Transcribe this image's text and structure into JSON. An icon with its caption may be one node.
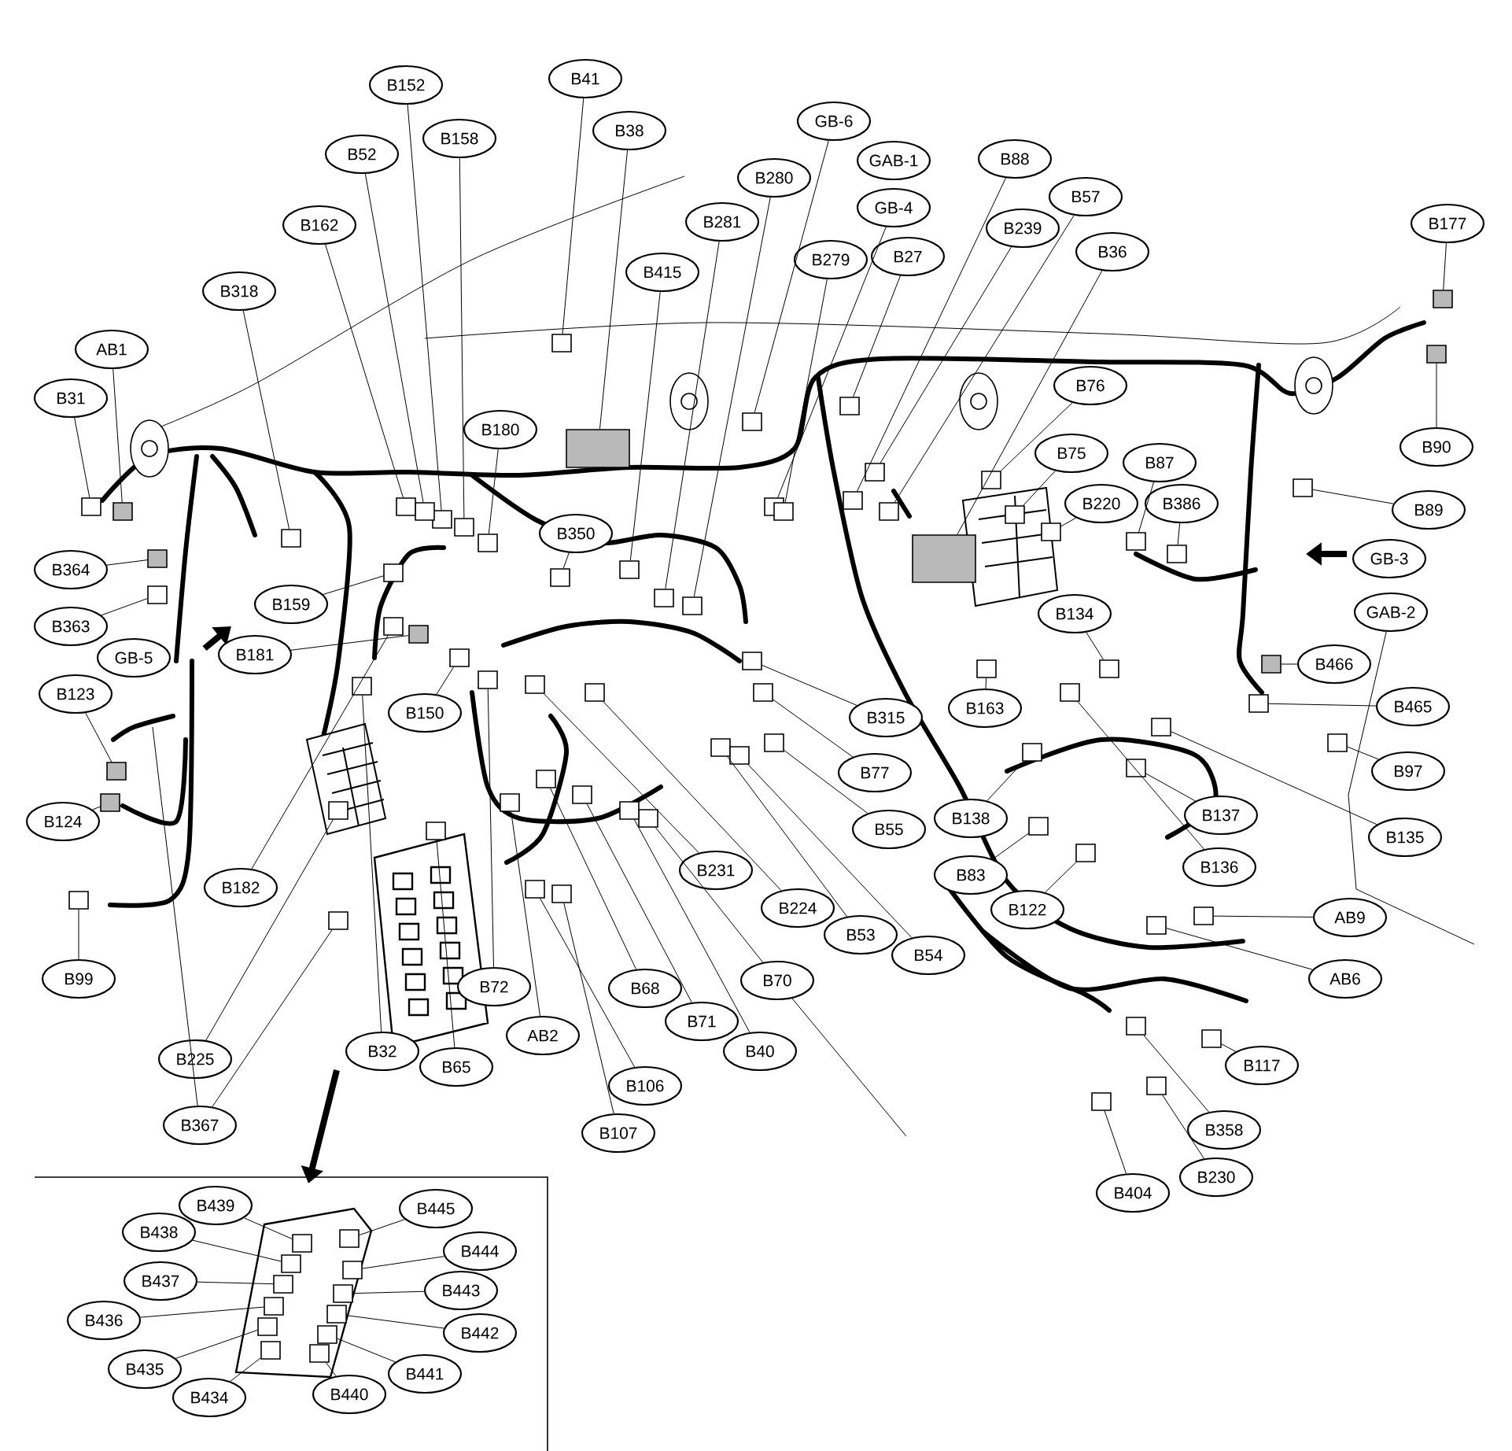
{
  "diagram": {
    "nodes": [
      {
        "text": [
          "B152"
        ]
      },
      {
        "text": [
          "B41"
        ]
      },
      {
        "text": [
          "B158"
        ]
      },
      {
        "text": [
          "B38"
        ]
      },
      {
        "text": [
          "B52"
        ]
      },
      {
        "text": [
          "B280"
        ]
      },
      {
        "text": [
          "GB-6"
        ]
      },
      {
        "text": [
          "GAB-1"
        ]
      },
      {
        "text": [
          "B88"
        ]
      },
      {
        "text": [
          "GB-4"
        ]
      },
      {
        "text": [
          "B57"
        ]
      },
      {
        "text": [
          "B162"
        ]
      },
      {
        "text": [
          "B281"
        ]
      },
      {
        "text": [
          "B239"
        ]
      },
      {
        "text": [
          "B177"
        ]
      },
      {
        "text": [
          "B36"
        ]
      },
      {
        "text": [
          "B279"
        ]
      },
      {
        "text": [
          "B27"
        ]
      },
      {
        "text": [
          "B415"
        ]
      },
      {
        "text": [
          "B318"
        ]
      },
      {
        "text": [
          "AB1"
        ]
      },
      {
        "text": [
          "B76"
        ]
      },
      {
        "text": [
          "B31"
        ]
      },
      {
        "text": [
          "B180"
        ]
      },
      {
        "text": [
          "B90"
        ]
      },
      {
        "text": [
          "B75"
        ]
      },
      {
        "text": [
          "B87"
        ]
      },
      {
        "text": [
          "B220"
        ]
      },
      {
        "text": [
          "B386"
        ]
      },
      {
        "text": [
          "B89"
        ]
      },
      {
        "text": [
          "B350"
        ]
      },
      {
        "text": [
          "GB-3"
        ]
      },
      {
        "text": [
          "B364"
        ]
      },
      {
        "text": [
          "GAB-2"
        ]
      },
      {
        "text": [
          "B159"
        ]
      },
      {
        "text": [
          "B134"
        ]
      },
      {
        "text": [
          "B363"
        ]
      },
      {
        "text": [
          "B181"
        ]
      },
      {
        "text": [
          "GB-5"
        ]
      },
      {
        "text": [
          "B466"
        ]
      },
      {
        "text": [
          "B123"
        ]
      },
      {
        "text": [
          "B163"
        ]
      },
      {
        "text": [
          "B465"
        ]
      },
      {
        "text": [
          "B150"
        ]
      },
      {
        "text": [
          "B315"
        ]
      },
      {
        "text": [
          "B77"
        ]
      },
      {
        "text": [
          "B97"
        ]
      },
      {
        "text": [
          "B138"
        ]
      },
      {
        "text": [
          "B137"
        ]
      },
      {
        "text": [
          "B124"
        ]
      },
      {
        "text": [
          "B55"
        ]
      },
      {
        "text": [
          "B135"
        ]
      },
      {
        "text": [
          "B136"
        ]
      },
      {
        "text": [
          "B231"
        ]
      },
      {
        "text": [
          "B83"
        ]
      },
      {
        "text": [
          "B182"
        ]
      },
      {
        "text": [
          "B224"
        ]
      },
      {
        "text": [
          "B122"
        ]
      },
      {
        "text": [
          "AB9"
        ]
      },
      {
        "text": [
          "B53"
        ]
      },
      {
        "text": [
          "B54"
        ]
      },
      {
        "text": [
          "AB6"
        ]
      },
      {
        "text": [
          "B99"
        ]
      },
      {
        "text": [
          "B70"
        ]
      },
      {
        "text": [
          "B72"
        ]
      },
      {
        "text": [
          "B68"
        ]
      },
      {
        "text": [
          "B71"
        ]
      },
      {
        "text": [
          "AB2"
        ]
      },
      {
        "text": [
          "B40"
        ]
      },
      {
        "text": [
          "B225"
        ]
      },
      {
        "text": [
          "B117"
        ]
      },
      {
        "text": [
          "B32"
        ]
      },
      {
        "text": [
          "B65"
        ]
      },
      {
        "text": [
          "B106"
        ]
      },
      {
        "text": [
          "B367"
        ]
      },
      {
        "text": [
          "B358"
        ]
      },
      {
        "text": [
          "B107"
        ]
      },
      {
        "text": [
          "B230"
        ]
      },
      {
        "text": [
          "B404"
        ]
      },
      {
        "text": [
          "B439"
        ]
      },
      {
        "text": [
          "B445"
        ]
      },
      {
        "text": [
          "B438"
        ]
      },
      {
        "text": [
          "B444"
        ]
      },
      {
        "text": [
          "B437"
        ]
      },
      {
        "text": [
          "B443"
        ]
      },
      {
        "text": [
          "B436"
        ]
      },
      {
        "text": [
          "B442"
        ]
      },
      {
        "text": [
          "B435"
        ]
      },
      {
        "text": [
          "B441"
        ]
      },
      {
        "text": [
          "B434"
        ]
      },
      {
        "text": [
          "B440"
        ]
      },
      {
        "text": [],
        "shape": "box"
      },
      {
        "text": [],
        "shape": "box"
      },
      {
        "text": [],
        "shape": "box"
      },
      {
        "text": [],
        "shape": "box"
      },
      {
        "text": [],
        "shape": "box"
      },
      {
        "text": [],
        "shape": "box"
      },
      {
        "text": [],
        "shape": "box"
      },
      {
        "text": [],
        "shape": "box"
      },
      {
        "text": [],
        "shape": "box"
      },
      {
        "text": [],
        "shape": "box"
      },
      {
        "text": [],
        "shape": "box"
      },
      {
        "text": [],
        "shape": "box"
      },
      {
        "text": [],
        "shape": "box"
      },
      {
        "text": [],
        "shape": "box"
      },
      {
        "text": [],
        "shape": "box"
      },
      {
        "text": [],
        "shape": "box"
      },
      {
        "text": [],
        "shape": "box"
      },
      {
        "text": [],
        "shape": "box"
      },
      {
        "text": [],
        "shape": "box"
      },
      {
        "text": [],
        "shape": "box"
      },
      {
        "text": [],
        "shape": "box"
      },
      {
        "text": [],
        "shape": "box"
      },
      {
        "text": [],
        "shape": "box"
      },
      {
        "text": [],
        "shape": "box"
      },
      {
        "text": [],
        "shape": "box"
      },
      {
        "text": [],
        "shape": "box"
      },
      {
        "text": [],
        "shape": "box"
      },
      {
        "text": [],
        "shape": "box"
      },
      {
        "text": [],
        "shape": "box"
      },
      {
        "text": [],
        "shape": "box"
      },
      {
        "text": [],
        "shape": "box"
      },
      {
        "text": [],
        "shape": "box"
      },
      {
        "text": [],
        "shape": "box"
      },
      {
        "text": [],
        "shape": "box"
      },
      {
        "text": [],
        "shape": "box"
      },
      {
        "text": [],
        "shape": "box"
      },
      {
        "text": [],
        "shape": "box"
      },
      {
        "text": [],
        "shape": "box"
      },
      {
        "text": [],
        "shape": "box"
      },
      {
        "text": [],
        "shape": "box"
      },
      {
        "text": [],
        "shape": "box"
      },
      {
        "text": [],
        "shape": "box"
      },
      {
        "text": [],
        "shape": "box"
      },
      {
        "text": [],
        "shape": "box"
      },
      {
        "text": [],
        "shape": "box"
      },
      {
        "text": [],
        "shape": "box"
      },
      {
        "text": [],
        "shape": "box"
      },
      {
        "text": [],
        "shape": "box"
      },
      {
        "text": [],
        "shape": "box"
      },
      {
        "text": [],
        "shape": "box"
      },
      {
        "text": [],
        "shape": "box"
      },
      {
        "text": [],
        "shape": "box"
      },
      {
        "text": [],
        "shape": "box"
      },
      {
        "text": [],
        "shape": "box"
      },
      {
        "text": [],
        "shape": "box"
      },
      {
        "text": [],
        "shape": "box"
      },
      {
        "text": [],
        "shape": "box"
      },
      {
        "text": [],
        "shape": "box"
      },
      {
        "text": [],
        "shape": "box"
      },
      {
        "text": [],
        "shape": "box"
      },
      {
        "text": [],
        "shape": "box"
      },
      {
        "text": [],
        "shape": "box"
      },
      {
        "text": [],
        "shape": "box"
      },
      {
        "text": [],
        "shape": "box"
      },
      {
        "text": [],
        "shape": "box"
      },
      {
        "text": [],
        "shape": "box"
      },
      {
        "text": [],
        "shape": "box"
      },
      {
        "text": [],
        "shape": "box"
      },
      {
        "text": [],
        "shape": "box"
      },
      {
        "text": [],
        "shape": "box"
      },
      {
        "text": [],
        "shape": "box"
      },
      {
        "text": [],
        "shape": "box"
      },
      {
        "text": [],
        "shape": "box"
      },
      {
        "text": [],
        "shape": "box"
      },
      {
        "text": [],
        "shape": "box"
      },
      {
        "text": [],
        "shape": "box"
      },
      {
        "text": [],
        "shape": "box"
      },
      {
        "text": [],
        "shape": "box"
      },
      {
        "text": [],
        "shape": "box"
      },
      {
        "text": [],
        "shape": "box"
      },
      {
        "text": [],
        "shape": "box"
      },
      {
        "text": [],
        "shape": "box"
      },
      {
        "text": [],
        "shape": "box"
      },
      {
        "text": [],
        "shape": "box"
      },
      {
        "text": [],
        "shape": "box"
      },
      {
        "text": [],
        "shape": "box"
      },
      {
        "text": [],
        "shape": "box"
      }
    ],
    "edges": [
      {
        "from": 0,
        "to": 91,
        "arrow": "none"
      },
      {
        "from": 1,
        "to": 92,
        "arrow": "none"
      },
      {
        "from": 2,
        "to": 93,
        "arrow": "none"
      },
      {
        "from": 3,
        "to": 94,
        "arrow": "none"
      },
      {
        "from": 4,
        "to": 95,
        "arrow": "none"
      },
      {
        "from": 5,
        "to": 96,
        "arrow": "none"
      },
      {
        "from": 6,
        "to": 97,
        "arrow": "none"
      },
      {
        "from": 8,
        "to": 98,
        "arrow": "none"
      },
      {
        "from": 9,
        "to": 99,
        "arrow": "none"
      },
      {
        "from": 10,
        "to": 100,
        "arrow": "none"
      },
      {
        "from": 11,
        "to": 101,
        "arrow": "none"
      },
      {
        "from": 12,
        "to": 102,
        "arrow": "none"
      },
      {
        "from": 13,
        "to": 103,
        "arrow": "none"
      },
      {
        "from": 14,
        "to": 104,
        "arrow": "none"
      },
      {
        "from": 15,
        "to": 105,
        "arrow": "none"
      },
      {
        "from": 16,
        "to": 106,
        "arrow": "none"
      },
      {
        "from": 17,
        "to": 107,
        "arrow": "none"
      },
      {
        "from": 18,
        "to": 108,
        "arrow": "none"
      },
      {
        "from": 19,
        "to": 109,
        "arrow": "none"
      },
      {
        "from": 20,
        "to": 110,
        "arrow": "none"
      },
      {
        "from": 21,
        "to": 111,
        "arrow": "none"
      },
      {
        "from": 22,
        "to": 112,
        "arrow": "none"
      },
      {
        "from": 23,
        "to": 113,
        "arrow": "none"
      },
      {
        "from": 24,
        "to": 114,
        "arrow": "none"
      },
      {
        "from": 25,
        "to": 115,
        "arrow": "none"
      },
      {
        "from": 26,
        "to": 116,
        "arrow": "none"
      },
      {
        "from": 27,
        "to": 117,
        "arrow": "none"
      },
      {
        "from": 28,
        "to": 118,
        "arrow": "none"
      },
      {
        "from": 29,
        "to": 119,
        "arrow": "none"
      },
      {
        "from": 30,
        "to": 120,
        "arrow": "none"
      },
      {
        "from": 32,
        "to": 121,
        "arrow": "none"
      },
      {
        "from": 33,
        "to": null,
        "arrow": "none"
      },
      {
        "from": 34,
        "to": 122,
        "arrow": "none"
      },
      {
        "from": 35,
        "to": 123,
        "arrow": "none"
      },
      {
        "from": 36,
        "to": 124,
        "arrow": "none"
      },
      {
        "from": 37,
        "to": 125,
        "arrow": "none"
      },
      {
        "from": 39,
        "to": 126,
        "arrow": "none"
      },
      {
        "from": 40,
        "to": 127,
        "arrow": "none"
      },
      {
        "from": 41,
        "to": 128,
        "arrow": "none"
      },
      {
        "from": 42,
        "to": 129,
        "arrow": "none"
      },
      {
        "from": 43,
        "to": 130,
        "arrow": "none"
      },
      {
        "from": 44,
        "to": 131,
        "arrow": "none"
      },
      {
        "from": 45,
        "to": 132,
        "arrow": "none"
      },
      {
        "from": 46,
        "to": 133,
        "arrow": "none"
      },
      {
        "from": 47,
        "to": 134,
        "arrow": "none"
      },
      {
        "from": 48,
        "to": 135,
        "arrow": "none"
      },
      {
        "from": 49,
        "to": 136,
        "arrow": "none"
      },
      {
        "from": 50,
        "to": 137,
        "arrow": "none"
      },
      {
        "from": 51,
        "to": 138,
        "arrow": "none"
      },
      {
        "from": 52,
        "to": 139,
        "arrow": "none"
      },
      {
        "from": 53,
        "to": 140,
        "arrow": "none"
      },
      {
        "from": 54,
        "to": 141,
        "arrow": "none"
      },
      {
        "from": 55,
        "to": 142,
        "arrow": "none"
      },
      {
        "from": 56,
        "to": 143,
        "arrow": "none"
      },
      {
        "from": 57,
        "to": 144,
        "arrow": "none"
      },
      {
        "from": 58,
        "to": 145,
        "arrow": "none"
      },
      {
        "from": 59,
        "to": 146,
        "arrow": "none"
      },
      {
        "from": 60,
        "to": 147,
        "arrow": "none"
      },
      {
        "from": 61,
        "to": 148,
        "arrow": "none"
      },
      {
        "from": 62,
        "to": 149,
        "arrow": "none"
      },
      {
        "from": 63,
        "to": 150,
        "arrow": "none"
      },
      {
        "from": 63,
        "to": null,
        "arrow": "none"
      },
      {
        "from": 64,
        "to": 151,
        "arrow": "none"
      },
      {
        "from": 65,
        "to": 152,
        "arrow": "none"
      },
      {
        "from": 66,
        "to": 153,
        "arrow": "none"
      },
      {
        "from": 67,
        "to": 154,
        "arrow": "none"
      },
      {
        "from": 68,
        "to": 155,
        "arrow": "none"
      },
      {
        "from": 69,
        "to": 156,
        "arrow": "none"
      },
      {
        "from": 70,
        "to": 157,
        "arrow": "none"
      },
      {
        "from": 71,
        "to": 158,
        "arrow": "none"
      },
      {
        "from": 72,
        "to": 159,
        "arrow": "none"
      },
      {
        "from": 73,
        "to": 160,
        "arrow": "none"
      },
      {
        "from": 74,
        "to": 161,
        "arrow": "none"
      },
      {
        "from": 74,
        "to": null,
        "arrow": "none"
      },
      {
        "from": 75,
        "to": 162,
        "arrow": "none"
      },
      {
        "from": 76,
        "to": 163,
        "arrow": "none"
      },
      {
        "from": 77,
        "to": 164,
        "arrow": "none"
      },
      {
        "from": 78,
        "to": 165,
        "arrow": "none"
      },
      {
        "from": 79,
        "to": 166,
        "arrow": "none"
      },
      {
        "from": 80,
        "to": 167,
        "arrow": "none"
      },
      {
        "from": 81,
        "to": 168,
        "arrow": "none"
      },
      {
        "from": 82,
        "to": 169,
        "arrow": "none"
      },
      {
        "from": 83,
        "to": 170,
        "arrow": "none"
      },
      {
        "from": 84,
        "to": 171,
        "arrow": "none"
      },
      {
        "from": 85,
        "to": 172,
        "arrow": "none"
      },
      {
        "from": 86,
        "to": 173,
        "arrow": "none"
      },
      {
        "from": 87,
        "to": 174,
        "arrow": "none"
      },
      {
        "from": 88,
        "to": 175,
        "arrow": "none"
      },
      {
        "from": 89,
        "to": 176,
        "arrow": "none"
      },
      {
        "from": 90,
        "to": 177,
        "arrow": "none"
      }
    ]
  }
}
